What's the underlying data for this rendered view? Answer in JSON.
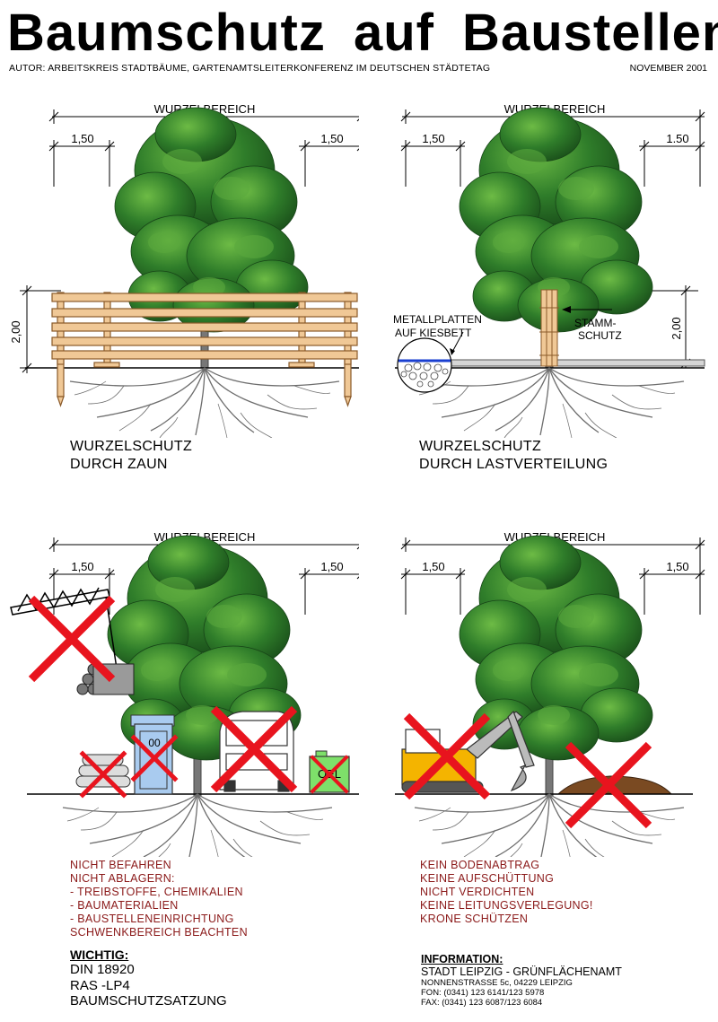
{
  "title": "Baumschutz auf Baustellen",
  "author": "AUTOR:  ARBEITSKREIS STADTBÄUME, GARTENAMTSLEITERKONFERENZ IM DEUTSCHEN STÄDTETAG",
  "date": "NOVEMBER 2001",
  "panels": [
    {
      "dim_label": "WURZELBEREICH",
      "left_dim": "1,50",
      "right_dim": "1,50",
      "height_dim": "2,00",
      "caption_line1": "WURZELSCHUTZ",
      "caption_line2": "DURCH ZAUN"
    },
    {
      "dim_label": "WURZELBEREICH",
      "left_dim": "1,50",
      "right_dim": "1.50",
      "height_dim": "2,00",
      "label_plates_1": "METALLPLATTEN",
      "label_plates_2": "AUF KIESBETT",
      "label_stem_1": "STAMM-",
      "label_stem_2": "SCHUTZ",
      "caption_line1": "WURZELSCHUTZ",
      "caption_line2": "DURCH LASTVERTEILUNG"
    },
    {
      "dim_label": "WURZELBEREICH",
      "left_dim": "1,50",
      "right_dim": "1,50",
      "toilet_label": "00",
      "oil_label": "OEL",
      "notes": [
        "NICHT BEFAHREN",
        "NICHT ABLAGERN:",
        "-  TREIBSTOFFE, CHEMIKALIEN",
        "-  BAUMATERIALIEN",
        "-  BAUSTELLENEINRICHTUNG",
        "SCHWENKBEREICH BEACHTEN"
      ]
    },
    {
      "dim_label": "WURZELBEREICH",
      "left_dim": "1,50",
      "right_dim": "1,50",
      "notes": [
        "KEIN BODENABTRAG",
        "KEINE AUFSCHÜTTUNG",
        "NICHT VERDICHTEN",
        "KEINE LEITUNGSVERLEGUNG!",
        "KRONE SCHÜTZEN"
      ]
    }
  ],
  "important": {
    "heading": "WICHTIG:",
    "lines": [
      "DIN 18920",
      "RAS -LP4",
      "BAUMSCHUTZSATZUNG"
    ]
  },
  "information": {
    "heading": "INFORMATION:",
    "line1": "STADT LEIPZIG - GRÜNFLÄCHENAMT",
    "line2": "NONNENSTRASSE 5c, 04229 LEIPZIG",
    "line3": "FON: (0341) 123 6141/123 5978",
    "line4": "FAX:  (0341) 123 6087/123 6084"
  },
  "colors": {
    "tree_dark": "#1f5a1f",
    "tree_mid": "#2f7d2a",
    "tree_light": "#5aa83d",
    "fence_wood": "#f0c896",
    "fence_stroke": "#8a5a2a",
    "cross_red": "#e8141e",
    "note_red": "#8b1a1a",
    "toilet_blue": "#a9cbef",
    "oil_green": "#7ee06a",
    "digger_yellow": "#f4b400",
    "soil_brown": "#7a4a22",
    "root_gray": "#6d6d6d"
  }
}
